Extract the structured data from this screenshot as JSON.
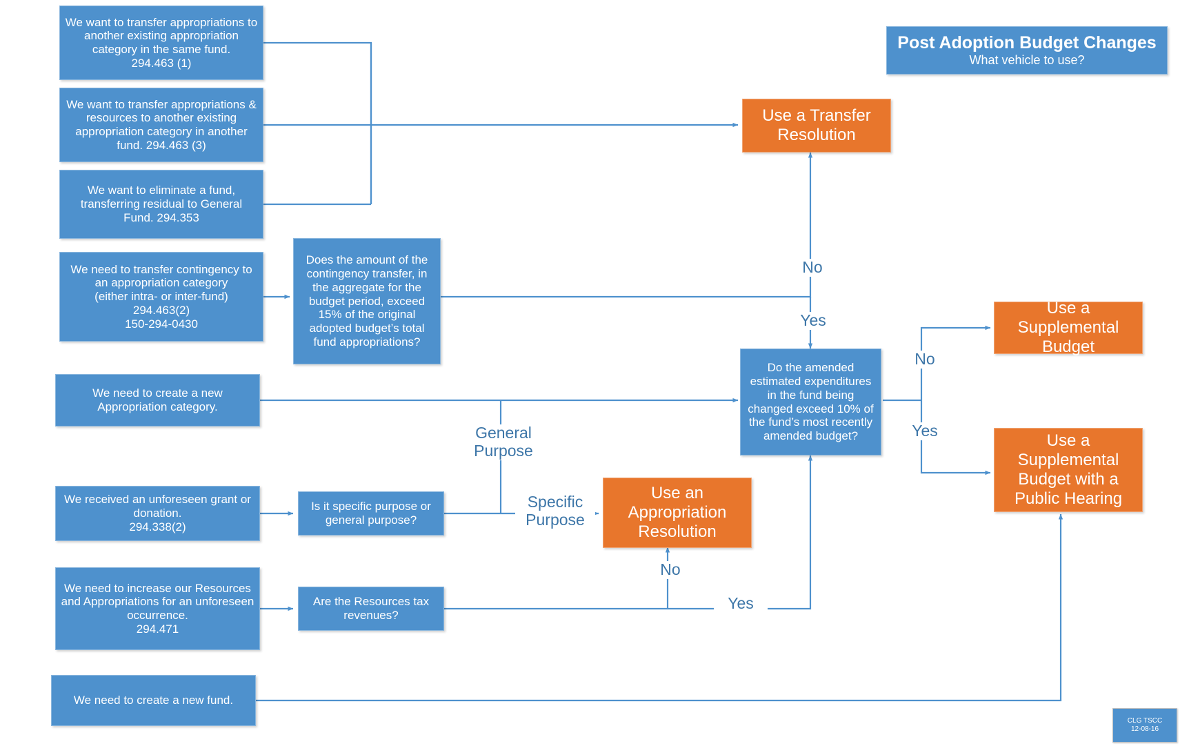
{
  "title": {
    "main": "Post Adoption Budget Changes",
    "subtitle": "What vehicle to use?"
  },
  "inputs": [
    {
      "id": "transfer-same-fund",
      "text": "We want to transfer appropriations to another existing appropriation category in the same fund.\n294.463 (1)"
    },
    {
      "id": "transfer-another-fund",
      "text": "We want to transfer appropriations & resources to another existing appropriation category in another fund.  294.463 (3)"
    },
    {
      "id": "eliminate-fund",
      "text": "We want to eliminate a fund, transferring residual to General Fund. 294.353"
    },
    {
      "id": "transfer-contingency",
      "text": "We need to transfer contingency to an appropriation category\n(either intra- or inter-fund)\n294.463(2)\n150-294-0430"
    },
    {
      "id": "new-appropriation-category",
      "text": "We need to create a new Appropriation category."
    },
    {
      "id": "unforeseen-grant",
      "text": "We received an unforeseen grant or donation.\n294.338(2)"
    },
    {
      "id": "unforeseen-occurrence",
      "text": "We need to  increase our Resources and Appropriations for an unforeseen occurrence.\n294.471"
    },
    {
      "id": "new-fund",
      "text": "We need to create a new fund."
    }
  ],
  "decisions": [
    {
      "id": "contingency-15-percent",
      "text": "Does the amount of the contingency transfer, in the aggregate for the budget period, exceed 15% of the original adopted budget’s total fund appropriations?"
    },
    {
      "id": "amended-10-percent",
      "text": "Do the amended estimated expenditures in the fund being changed exceed 10% of the fund’s most recently amended budget?"
    },
    {
      "id": "specific-or-general-purpose",
      "text": "Is it specific purpose or general purpose?"
    },
    {
      "id": "resources-tax-revenues",
      "text": "Are the Resources tax revenues?"
    }
  ],
  "outcomes": [
    {
      "id": "transfer-resolution",
      "text": "Use a Transfer Resolution"
    },
    {
      "id": "appropriation-resolution",
      "text": "Use an Appropriation Resolution"
    },
    {
      "id": "supplemental-budget",
      "text": "Use a Supplemental Budget"
    },
    {
      "id": "supplemental-budget-hearing",
      "text": "Use a Supplemental Budget with a Public Hearing"
    }
  ],
  "edge_labels": {
    "contingency_no": "No",
    "contingency_yes": "Yes",
    "amended_no": "No",
    "amended_yes": "Yes",
    "general_purpose": "General\nPurpose",
    "specific_purpose": "Specific\nPurpose",
    "tax_no": "No",
    "tax_yes": "Yes"
  },
  "stamp": {
    "line1": "CLG TSCC",
    "line2": "12-08-16"
  },
  "colors": {
    "blue": "#4E91CD",
    "orange": "#E8762C",
    "label_blue": "#3D76A8",
    "background": "#FFFFFF"
  }
}
